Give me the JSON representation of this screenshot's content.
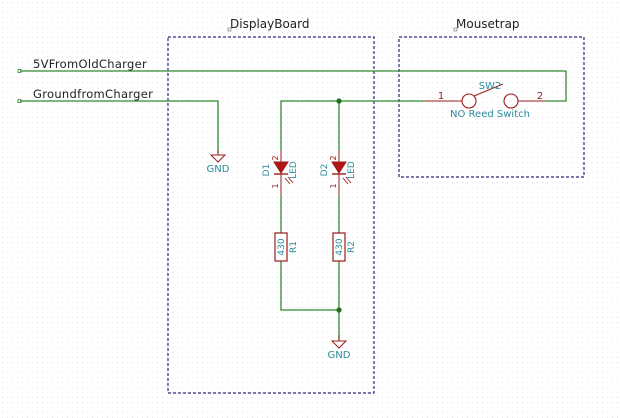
{
  "colors": {
    "wire": "#2f8a2f",
    "junction": "#1f6f1f",
    "component": "#9b1c1c",
    "led_fill": "#b01515",
    "ref_text": "#2a8b9a",
    "net_label_text": "#222222",
    "sheet_border": "#2a2a7a",
    "background": "#ffffff"
  },
  "sheets": [
    {
      "name": "DisplayBoard"
    },
    {
      "name": "Mousetrap"
    }
  ],
  "net_labels": {
    "vin": "5VFromOldCharger",
    "gnd_in": "GroundfromCharger"
  },
  "power_symbols": [
    {
      "label": "GND"
    },
    {
      "label": "GND"
    }
  ],
  "components": {
    "d1": {
      "ref": "D1",
      "value": "LED",
      "pin_anode": "2",
      "pin_cathode": "1"
    },
    "d2": {
      "ref": "D2",
      "value": "LED",
      "pin_anode": "2",
      "pin_cathode": "1"
    },
    "r1": {
      "ref": "R1",
      "value": "430"
    },
    "r2": {
      "ref": "R2",
      "value": "430"
    },
    "sw2": {
      "ref": "SW2",
      "value": "NO Reed Switch",
      "pin1": "1",
      "pin2": "2"
    }
  }
}
